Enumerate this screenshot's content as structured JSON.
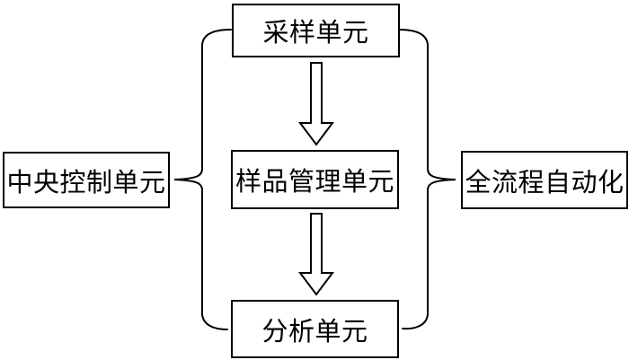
{
  "diagram": {
    "boxes": {
      "sampling": {
        "label": "采样单元"
      },
      "sample_management": {
        "label": "样品管理单元"
      },
      "analysis": {
        "label": "分析单元"
      },
      "central_control": {
        "label": "中央控制单元"
      },
      "full_automation": {
        "label": "全流程自动化"
      }
    },
    "icons": {
      "down_arrow": "⇩",
      "left_brace": "{",
      "right_brace": "}"
    },
    "colors": {
      "line": "#000000",
      "background": "#ffffff"
    }
  }
}
